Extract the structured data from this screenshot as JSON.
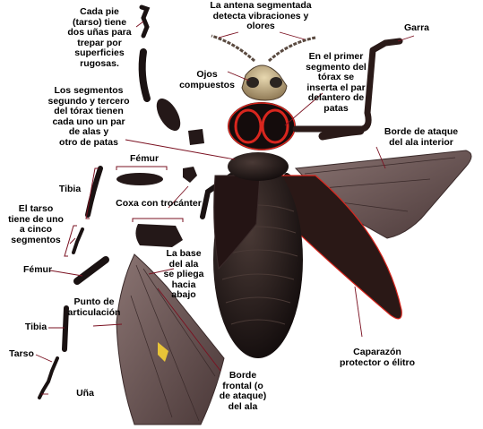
{
  "labels": {
    "antenna": "La antena segmentada\ndetecta vibraciones y\nolores",
    "claw": "Garra",
    "foot_tarsus": "Cada pie\n(tarso) tiene\ndos uñas para\ntrepar por\nsuperficies\nrugosas.",
    "compound_eyes": "Ojos\ncompuestos",
    "first_segment": "En el primer\nsegmento del\ntórax se\ninserta el par\ndelantero de\npatas",
    "second_third_segments": "Los segmentos\nsegundo y tercero\ndel tórax tienen\ncada uno un par\nde alas y\notro de patas",
    "inner_wing_edge": "Borde de ataque\ndel ala interior",
    "femur_top": "Fémur",
    "tibia_top": "Tibia",
    "coxa": "Coxa con trocánter",
    "tarsus_segments": "El tarso\ntiene de uno\na cinco\nsegmentos",
    "wing_base": "La base\ndel ala\nse pliega\nhacia\nabajo",
    "femur_lower": "Fémur",
    "joint": "Punto de\narticulación",
    "tibia_lower": "Tibia",
    "tarsus_lower": "Tarso",
    "claw_lower": "Uña",
    "front_edge": "Borde\nfrontal (o\nde ataque)\ndel ala",
    "elytron": "Caparazón\nprotector o élitro"
  },
  "colors": {
    "body": "#1c1414",
    "body_highlight": "#4a3a36",
    "elytron": "#2a1816",
    "wing_membrane": "#6e5a58",
    "red_outline": "#d8261e",
    "leader_line": "#7a1020",
    "bracket": "#7a1020",
    "head": "#c8b488"
  }
}
